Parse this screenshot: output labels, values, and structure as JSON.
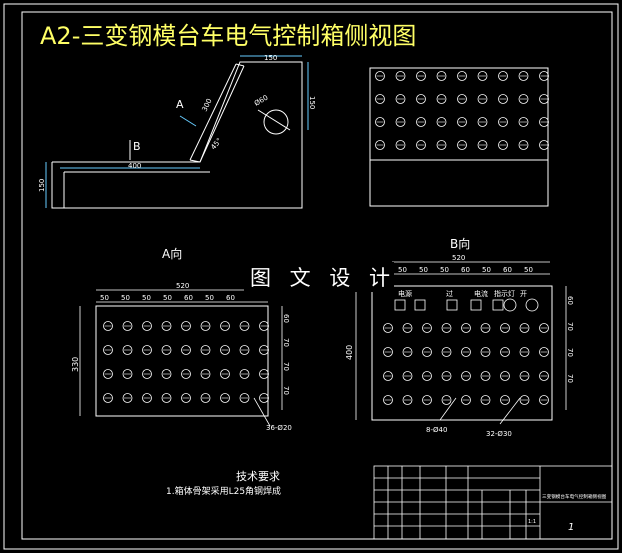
{
  "drawing_title": "A2-三变钢模台车电气控制箱侧视图",
  "watermark": "图 文 设 计",
  "side_view": {
    "label_a": "A",
    "label_b": "B",
    "dim_150_top": "150",
    "dim_150_right": "150",
    "dim_300": "300",
    "dim_400": "400",
    "dim_150_left": "150",
    "dim_r60": "Ø60",
    "dim_angle": "45°"
  },
  "view_a": {
    "heading": "A向",
    "dim_total": "520",
    "dims_top": [
      "50",
      "50",
      "50",
      "50",
      "60",
      "50",
      "60"
    ],
    "dims_right": [
      "60",
      "70",
      "70",
      "70"
    ],
    "dim_height": "330",
    "hole_callout": "36-Ø20"
  },
  "view_b": {
    "heading": "B向",
    "dim_total": "520",
    "dims_top": [
      "50",
      "50",
      "50",
      "60",
      "50",
      "60",
      "50"
    ],
    "dims_right": [
      "60",
      "70",
      "70",
      "70"
    ],
    "dim_height": "400",
    "labels_row": [
      "电源",
      "过",
      "电流",
      "指示灯",
      "开"
    ],
    "callout_left": "8-Ø40",
    "callout_right": "32-Ø30"
  },
  "notes": {
    "heading": "技术要求",
    "item1": "1.箱体骨架采用L25角钢焊成"
  },
  "title_block": {
    "name": "三变钢模台车电气控制箱侧视图",
    "sheet": "1",
    "scale": "1:1"
  }
}
